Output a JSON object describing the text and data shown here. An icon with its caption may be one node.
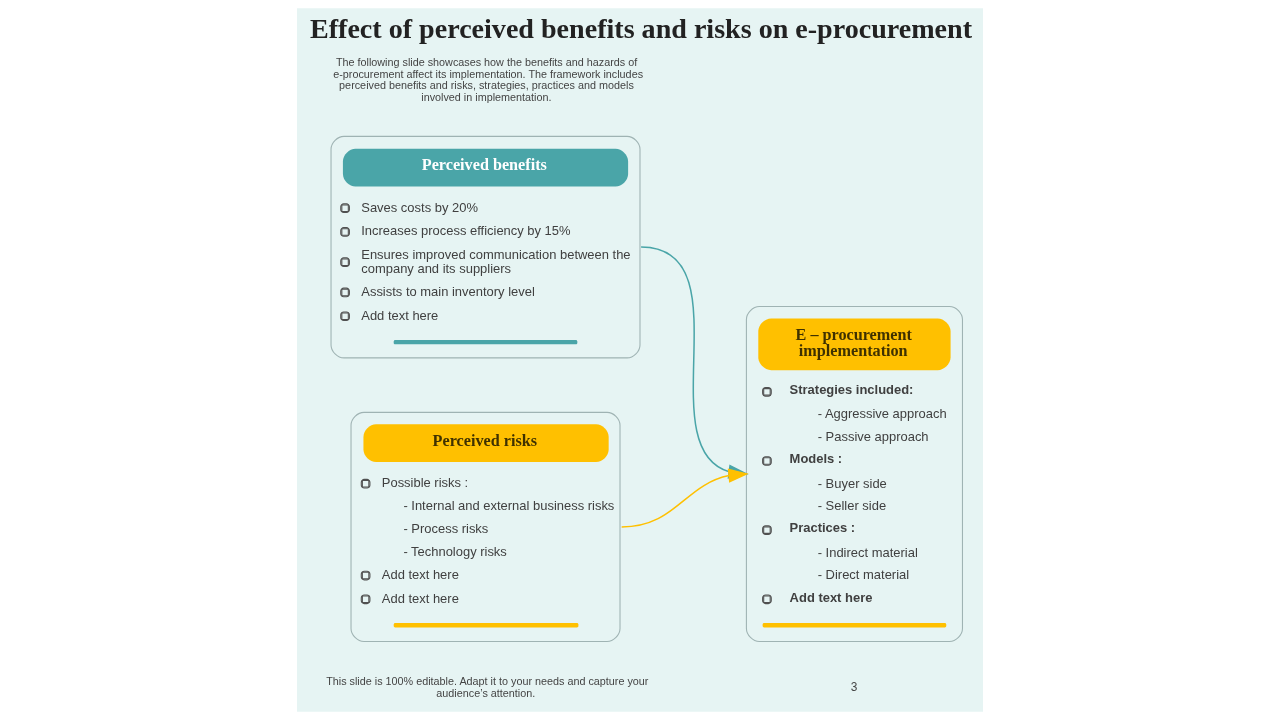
{
  "diagram": {
    "title": "Effect of perceived benefits and risks on e-procurement",
    "nodes": [
      {
        "text": [
          "Perceived benefits",
          "Saves costs by 20%",
          "Increases process efficiency by 15%",
          "Ensures improved communication between the company and its suppliers",
          "Assists to main inventory level",
          "Add text here"
        ]
      },
      {
        "text": [
          "Perceived risks",
          "Possible risks :",
          "- Internal and external business risks",
          "- Process risks",
          "- Technology risks",
          "Add text here",
          "Add text here"
        ]
      },
      {
        "text": [
          "E – procurement implementation",
          "Strategies included:",
          "- Aggressive approach",
          "- Passive approach",
          "Models :",
          "- Buyer side",
          "- Seller side",
          "Practices :",
          "- Indirect material",
          "- Direct material",
          "Add text here"
        ]
      }
    ],
    "edges": [
      {
        "from": 0,
        "to": 2,
        "arrow": "to",
        "color": "#4aa5a8"
      },
      {
        "from": 1,
        "to": 2,
        "arrow": "to",
        "color": "#ffc000"
      }
    ],
    "labels": [
      "The following slide showcases how the benefits and hazards of e-procurement affect its implementation. The framework includes perceived benefits and risks, strategies, practices and models involved in implementation.",
      "This slide is 100% editable. Adapt it to your needs and capture your audience’s attention.",
      "3"
    ]
  }
}
